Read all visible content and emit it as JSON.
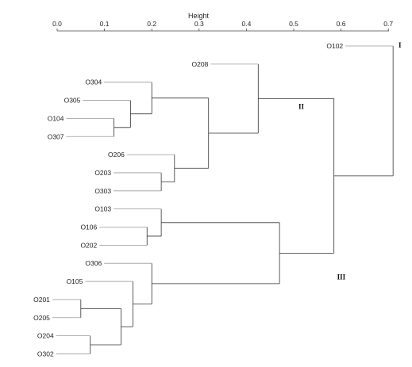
{
  "axis": {
    "title": "Height",
    "ticks": [
      "0.0",
      "0.1",
      "0.2",
      "0.3",
      "0.4",
      "0.5",
      "0.6",
      "0.7"
    ],
    "tick_values": [
      0.0,
      0.1,
      0.2,
      0.3,
      0.4,
      0.5,
      0.6,
      0.7
    ]
  },
  "leaves": [
    {
      "id": "O102",
      "label": "O102"
    },
    {
      "id": "O208",
      "label": "O208"
    },
    {
      "id": "O304",
      "label": "O304"
    },
    {
      "id": "O305",
      "label": "O305"
    },
    {
      "id": "O104",
      "label": "O104"
    },
    {
      "id": "O307",
      "label": "O307"
    },
    {
      "id": "O206",
      "label": "O206"
    },
    {
      "id": "O203",
      "label": "O203"
    },
    {
      "id": "O303",
      "label": "O303"
    },
    {
      "id": "O103",
      "label": "O103"
    },
    {
      "id": "O106",
      "label": "O106"
    },
    {
      "id": "O202",
      "label": "O202"
    },
    {
      "id": "O306",
      "label": "O306"
    },
    {
      "id": "O105",
      "label": "O105"
    },
    {
      "id": "O201",
      "label": "O201"
    },
    {
      "id": "O205",
      "label": "O205"
    },
    {
      "id": "O204",
      "label": "O204"
    },
    {
      "id": "O302",
      "label": "O302"
    }
  ],
  "merges": [
    {
      "id": "m_104_307",
      "a": "O104",
      "b": "O307",
      "h": 0.12
    },
    {
      "id": "m_305",
      "a": "O305",
      "b": "m_104_307",
      "h": 0.155
    },
    {
      "id": "m_304",
      "a": "O304",
      "b": "m_305",
      "h": 0.2
    },
    {
      "id": "m_203_303",
      "a": "O203",
      "b": "O303",
      "h": 0.22
    },
    {
      "id": "m_206",
      "a": "O206",
      "b": "m_203_303",
      "h": 0.248
    },
    {
      "id": "m_IIa",
      "a": "m_304",
      "b": "m_206",
      "h": 0.32
    },
    {
      "id": "m_II",
      "a": "O208",
      "b": "m_IIa",
      "h": 0.425
    },
    {
      "id": "m_106_202",
      "a": "O106",
      "b": "O202",
      "h": 0.19
    },
    {
      "id": "m_103",
      "a": "O103",
      "b": "m_106_202",
      "h": 0.22
    },
    {
      "id": "m_201_205",
      "a": "O201",
      "b": "O205",
      "h": 0.05
    },
    {
      "id": "m_204_302",
      "a": "O204",
      "b": "O302",
      "h": 0.07
    },
    {
      "id": "m_lowpair",
      "a": "m_201_205",
      "b": "m_204_302",
      "h": 0.135
    },
    {
      "id": "m_105",
      "a": "O105",
      "b": "m_lowpair",
      "h": 0.16
    },
    {
      "id": "m_306",
      "a": "O306",
      "b": "m_105",
      "h": 0.2
    },
    {
      "id": "m_III",
      "a": "m_103",
      "b": "m_306",
      "h": 0.47
    },
    {
      "id": "m_II_III",
      "a": "m_II",
      "b": "m_III",
      "h": 0.585
    },
    {
      "id": "m_root",
      "a": "O102",
      "b": "m_II_III",
      "h": 0.71
    }
  ],
  "cluster_labels": [
    {
      "text": "I",
      "ref": "O102"
    },
    {
      "text": "II",
      "ref": "m_II"
    },
    {
      "text": "III",
      "ref": "m_III"
    }
  ]
}
